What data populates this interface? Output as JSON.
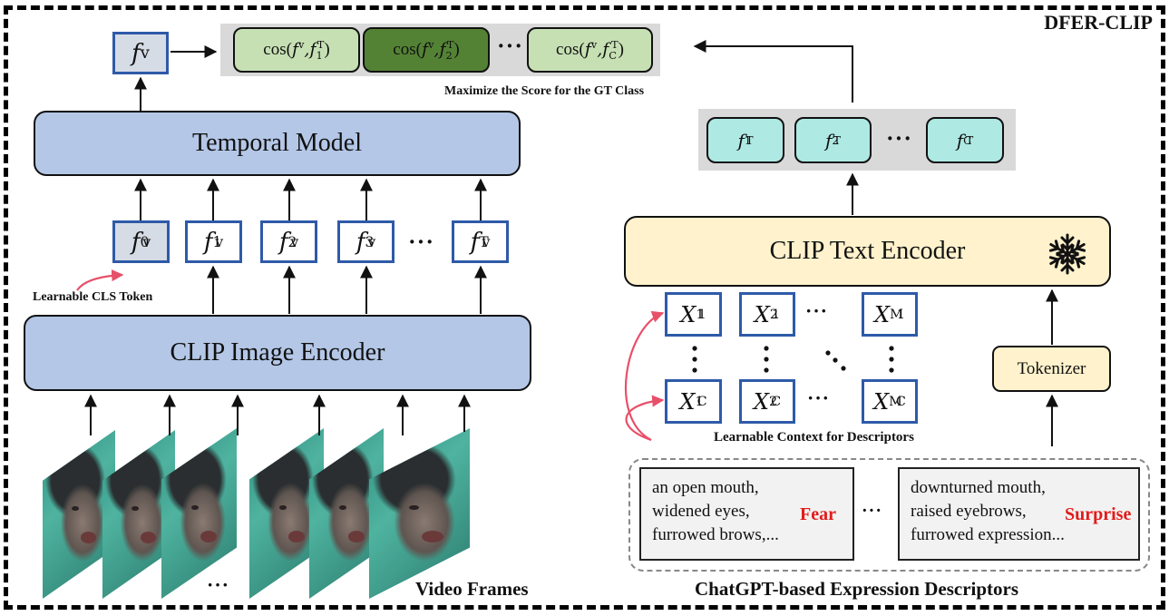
{
  "title": "DFER-CLIP",
  "visual_branch": {
    "output_feature": {
      "base": "f",
      "sup": "v"
    },
    "temporal_model_label": "Temporal Model",
    "image_encoder_label": "CLIP Image Encoder",
    "cls_token_label": "Learnable CLS Token",
    "video_frames_label": "Video Frames",
    "frame_ellipsis": "···",
    "tokens": [
      {
        "base": "f",
        "sub": "0",
        "sup": "v",
        "learnable": true
      },
      {
        "base": "f",
        "sub": "1",
        "sup": "v",
        "learnable": false
      },
      {
        "base": "f",
        "sub": "2",
        "sup": "v",
        "learnable": false
      },
      {
        "base": "f",
        "sub": "3",
        "sup": "v",
        "learnable": false
      },
      {
        "base": "f",
        "sub": "T",
        "sup": "v",
        "learnable": false
      }
    ],
    "token_ellipsis": "···"
  },
  "scores": {
    "caption": "Maximize the Score for the GT Class",
    "items": [
      {
        "prefix": "cos(",
        "a_base": "f",
        "a_sup": "v",
        "b_base": "f",
        "b_sub": "1",
        "b_sup": "T",
        "suffix": ")",
        "highlight": false
      },
      {
        "prefix": "cos(",
        "a_base": "f",
        "a_sup": "v",
        "b_base": "f",
        "b_sub": "2",
        "b_sup": "T",
        "suffix": ")",
        "highlight": true
      },
      {
        "prefix": "cos(",
        "a_base": "f",
        "a_sup": "v",
        "b_base": "f",
        "b_sub": "C",
        "b_sup": "T",
        "suffix": ")",
        "highlight": false
      }
    ],
    "ellipsis": "···"
  },
  "text_branch": {
    "text_features": [
      {
        "base": "f",
        "sub": "1",
        "sup": "T"
      },
      {
        "base": "f",
        "sub": "2",
        "sup": "T"
      },
      {
        "base": "f",
        "sub": "C",
        "sup": "T"
      }
    ],
    "feature_ellipsis": "···",
    "text_encoder_label": "CLIP Text Encoder",
    "frozen_icon": "snowflake-icon",
    "tokenizer_label": "Tokenizer",
    "context_label": "Learnable Context for Descriptors",
    "context_rows": [
      [
        {
          "base": "X",
          "sub": "1",
          "sup": "1"
        },
        {
          "base": "X",
          "sub": "2",
          "sup": "1"
        },
        {
          "base": "X",
          "sub": "M",
          "sup": "1"
        }
      ],
      [
        {
          "base": "X",
          "sub": "1",
          "sup": "C"
        },
        {
          "base": "X",
          "sub": "2",
          "sup": "C"
        },
        {
          "base": "X",
          "sub": "M",
          "sup": "C"
        }
      ]
    ],
    "context_ellipsis": "···",
    "descriptors_label": "ChatGPT-based Expression Descriptors",
    "descriptors": [
      {
        "lines": [
          "an open mouth,",
          "widened eyes,",
          "furrowed brows,..."
        ],
        "emotion": "Fear"
      },
      {
        "lines": [
          "downturned mouth,",
          "raised eyebrows,",
          "furrowed expression..."
        ],
        "emotion": "Surprise"
      }
    ],
    "descriptor_ellipsis": "···"
  },
  "colors": {
    "blue_block": "#b4c7e7",
    "yellow_block": "#fff2cc",
    "score_light": "#c6e0b4",
    "score_highlight": "#548235",
    "text_feature": "#aee9e3",
    "token_border": "#2e5aa8",
    "learnable_arrow": "#e8506a",
    "emotion_text": "#e31b1b"
  }
}
